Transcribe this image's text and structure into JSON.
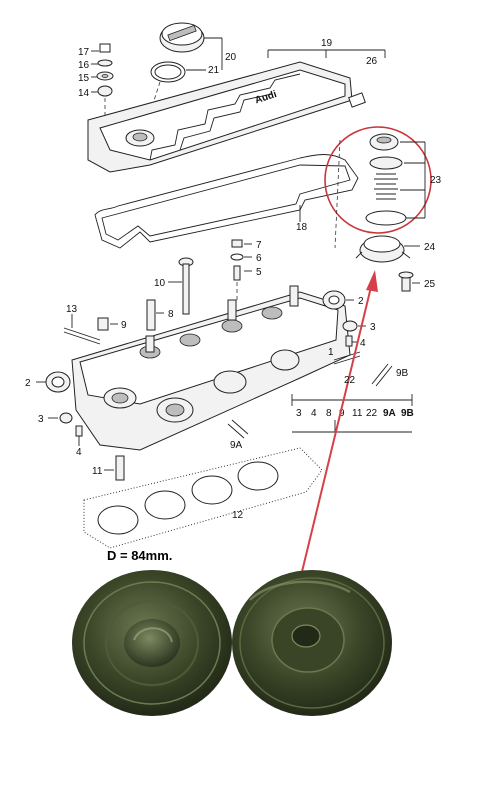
{
  "callouts": {
    "c17": "17",
    "c16": "16",
    "c15": "15",
    "c14": "14",
    "c20": "20",
    "c21": "21",
    "c19": "19",
    "c26": "26",
    "c23": "23",
    "c18": "18",
    "c24": "24",
    "c25": "25",
    "c7": "7",
    "c6": "6",
    "c5": "5",
    "c10": "10",
    "c8": "8",
    "c13": "13",
    "c9": "9",
    "c2a": "2",
    "c2b": "2",
    "c3a": "3",
    "c3b": "3",
    "c4a": "4",
    "c4b": "4",
    "c1": "1",
    "c22": "22",
    "c9b": "9B",
    "c9a": "9A",
    "c11": "11",
    "c12": "12"
  },
  "legend_row": [
    "3",
    "4",
    "8",
    "9",
    "11",
    "22",
    "9A",
    "9B"
  ],
  "logo_text": "Audi",
  "caption": "D = 84mm.",
  "colors": {
    "highlight_circle": "#c8363a",
    "arrow": "#d6404a",
    "membrane": "#2f3a1f",
    "membrane_light": "#5d6b44"
  }
}
